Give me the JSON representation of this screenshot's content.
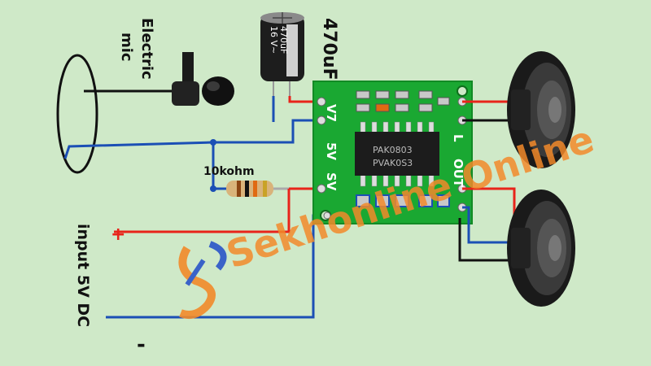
{
  "labels": {
    "electric_mic_line1": "Electric",
    "electric_mic_line2": "mic",
    "capacitor_value": "470uF",
    "capacitor_body_line1": "470uF",
    "capacitor_body_line2": "16 V~",
    "resistor_value": "10kohm",
    "input_line1": "input 5V DC",
    "plus_sign": "+",
    "minus_sign": "-",
    "pin_v7": "V7",
    "pin_5v": "5V",
    "pin_sv": "SV",
    "pin_l": "L",
    "pin_out": "OUT",
    "chip_line1": "PAK0803",
    "chip_line2": "PVAK0S3",
    "watermark": "Sekhonline Online"
  },
  "colors": {
    "background": "#cfe9c8",
    "board": "#1aa832",
    "wire_red": "#e8241a",
    "wire_blue": "#1b4fb5",
    "wire_black": "#111111",
    "chip": "#1c1c1c",
    "pad": "#c8c8c8",
    "logo_orange": "#f28a2a",
    "logo_blue": "#2a55c8"
  },
  "icons": {
    "microphone": "lavalier-mic-icon",
    "capacitor": "electrolytic-capacitor-icon",
    "resistor": "resistor-icon",
    "speaker": "speaker-icon"
  }
}
